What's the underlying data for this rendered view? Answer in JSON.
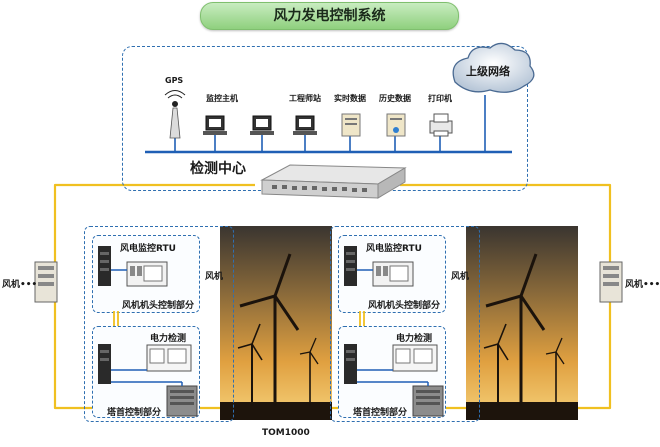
{
  "title": "风力发电控制系统",
  "center": {
    "gps": "GPS",
    "monitor_host": "监控主机",
    "engineering_station": "工程师站",
    "realtime_data": "实时数据",
    "history_data": "历史数据",
    "printer": "打印机",
    "upper_network": "上级网络",
    "detection_center": "检测中心"
  },
  "left_unit": {
    "rtu_label": "风电监控RTU",
    "head_control": "风机机头控制部分",
    "power_detect": "电力检测",
    "tower_control": "塔首控制部分",
    "fan_label": "风机"
  },
  "right_unit": {
    "rtu_label": "风电监控RTU",
    "head_control": "风机机头控制部分",
    "power_detect": "电力检测",
    "tower_control": "塔首控制部分",
    "fan_label": "风机"
  },
  "edge": {
    "left_fan": "风机•••",
    "right_fan": "风机•••"
  },
  "device_model": "TOM1000",
  "colors": {
    "ring": "#f0c020",
    "bus": "#1f5fb5",
    "dash": "#2f6fb0",
    "title_fill": "#9ad98a"
  }
}
